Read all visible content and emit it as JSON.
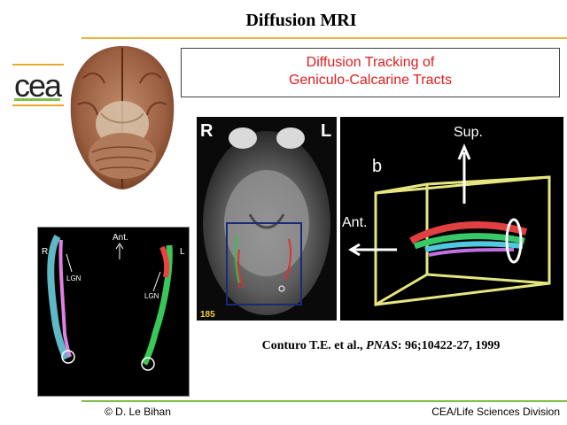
{
  "slide": {
    "title": "Diffusion MRI"
  },
  "logo": {
    "text": "cea"
  },
  "caption": {
    "line1": "Diffusion Tracking of",
    "line2": "Geniculo-Calcarine Tracts"
  },
  "tract_panel": {
    "left_label": "R",
    "right_label": "L",
    "ant_label": "Ant.",
    "lgn_left": "LGN",
    "lgn_right": "LGN"
  },
  "mri_panel": {
    "left_label": "R",
    "right_label": "L",
    "slice_number": "185"
  },
  "render_panel": {
    "panel_letter": "b",
    "sup_label": "Sup.",
    "ant_label": "Ant."
  },
  "reference": {
    "authors": "Conturo T.E. et al.,",
    "journal": "PNAS",
    "details": ": 96;10422-27, 1999"
  },
  "footer": {
    "left": "© D. Le Bihan",
    "right": "CEA/Life Sciences Division"
  },
  "colors": {
    "accent_orange": "#f0b43c",
    "accent_green": "#7fc04a",
    "caption_red": "#e01c1c"
  }
}
